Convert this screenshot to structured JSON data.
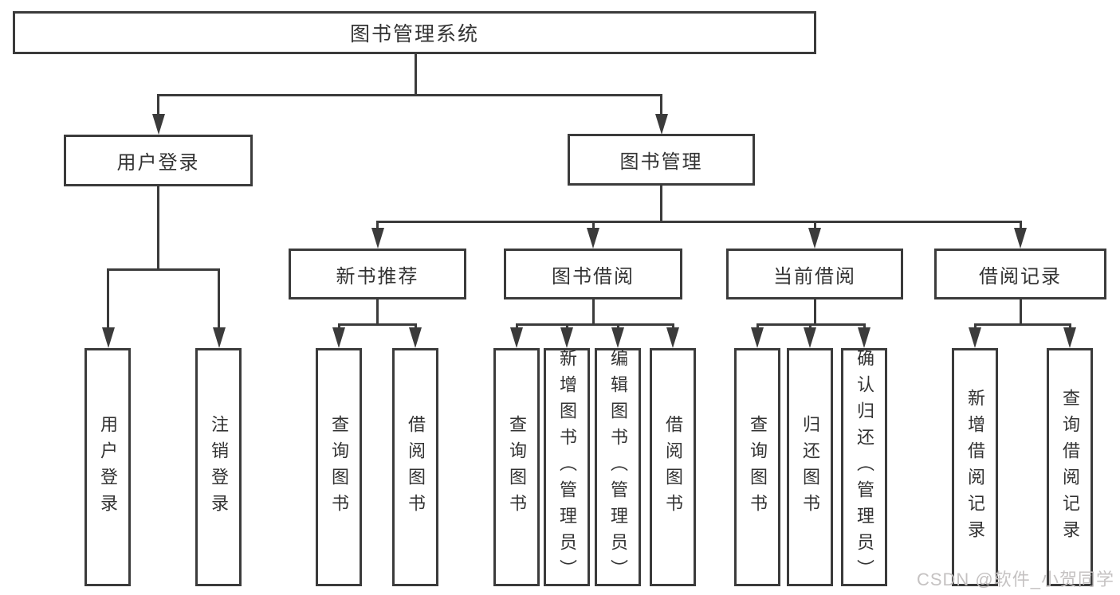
{
  "nodes": {
    "root": "图书管理系统",
    "user_login": "用户登录",
    "book_mgmt": "图书管理",
    "new_book_rec": "新书推荐",
    "book_borrow": "图书借阅",
    "current_borrow": "当前借阅",
    "borrow_record": "借阅记录",
    "v_user_login": "用户登录",
    "v_logout": "注销登录",
    "v_query_book_1": "查询图书",
    "v_borrow_book_1": "借阅图书",
    "v_query_book_2": "查询图书",
    "v_add_book": "新增图书（管理员）",
    "v_edit_book": "编辑图书（管理员）",
    "v_borrow_book_2": "借阅图书",
    "v_query_book_3": "查询图书",
    "v_return_book": "归还图书",
    "v_confirm_return": "确认归还（管理员）",
    "v_add_record": "新增借阅记录",
    "v_query_record": "查询借阅记录"
  },
  "hierarchy": {
    "root": [
      "user_login",
      "book_mgmt"
    ],
    "user_login": [
      "v_user_login",
      "v_logout"
    ],
    "book_mgmt": [
      "new_book_rec",
      "book_borrow",
      "current_borrow",
      "borrow_record"
    ],
    "new_book_rec": [
      "v_query_book_1",
      "v_borrow_book_1"
    ],
    "book_borrow": [
      "v_query_book_2",
      "v_add_book",
      "v_edit_book",
      "v_borrow_book_2"
    ],
    "current_borrow": [
      "v_query_book_3",
      "v_return_book",
      "v_confirm_return"
    ],
    "borrow_record": [
      "v_add_record",
      "v_query_record"
    ]
  },
  "watermark": "CSDN @软件_小贺同学",
  "colors": {
    "line": "#3b3b3b",
    "text": "#333333",
    "box_background": "#ffffff",
    "page_background": "#ffffff",
    "watermark": "#c5c2c2"
  }
}
